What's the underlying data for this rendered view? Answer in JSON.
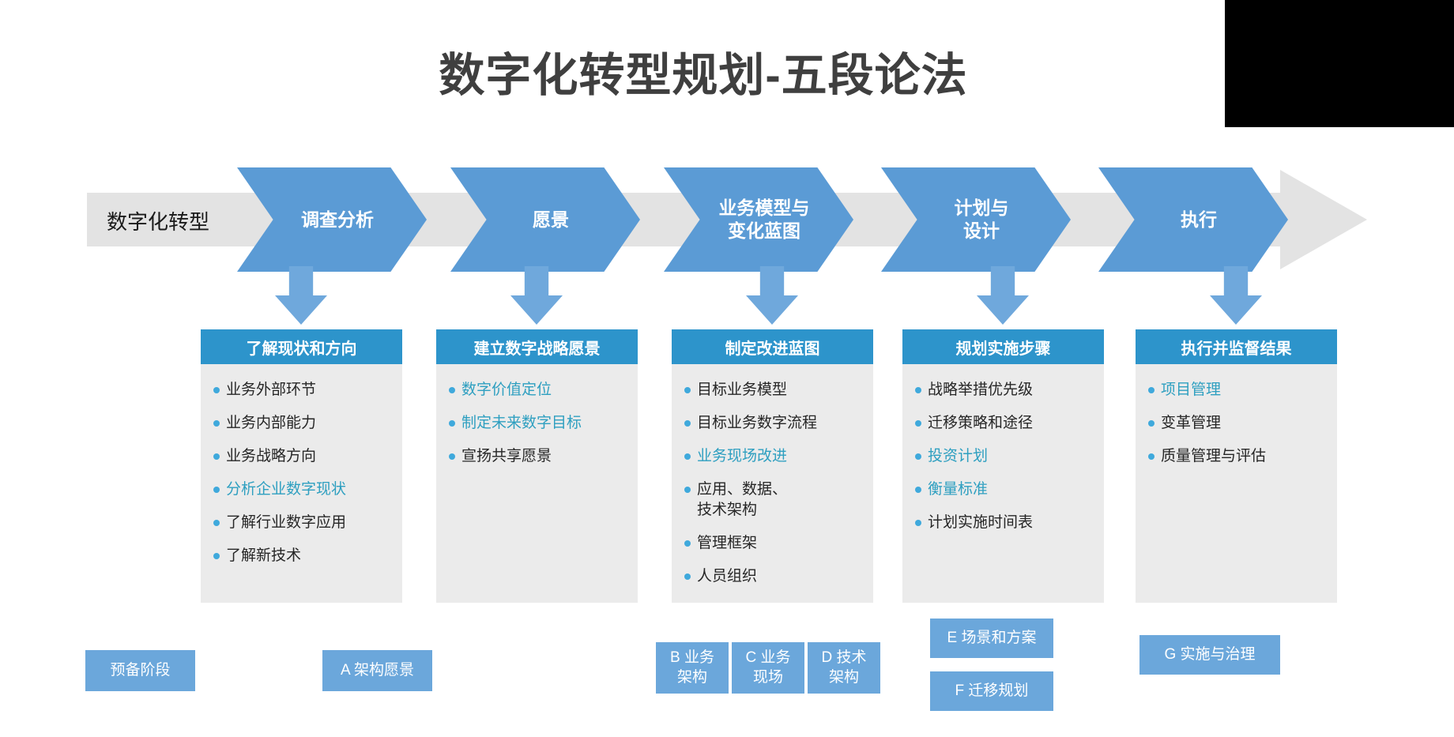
{
  "title": "数字化转型规划-五段论法",
  "colors": {
    "accent_blue": "#5B9BD5",
    "down_arrow_blue": "#6FA8DC",
    "card_header_blue": "#2D94CB",
    "card_body_gray": "#EBEBEB",
    "band_gray": "#E3E3E3",
    "highlight_teal": "#2E9FC0",
    "bullet_blue": "#3FA9DC",
    "text_dark": "#262626",
    "title_gray": "#3F3F3F",
    "corner_block": "#000000"
  },
  "process": {
    "label": "数字化转型",
    "stages": [
      {
        "label": "调查分析"
      },
      {
        "label": "愿景"
      },
      {
        "label": "业务模型与\n变化蓝图"
      },
      {
        "label": "计划与\n设计"
      },
      {
        "label": "执行"
      }
    ]
  },
  "cards": [
    {
      "header": "了解现状和方向",
      "items": [
        {
          "text": "业务外部环节",
          "highlight": false
        },
        {
          "text": "业务内部能力",
          "highlight": false
        },
        {
          "text": "业务战略方向",
          "highlight": false
        },
        {
          "text": "分析企业数字现状",
          "highlight": true
        },
        {
          "text": "了解行业数字应用",
          "highlight": false
        },
        {
          "text": "了解新技术",
          "highlight": false
        }
      ]
    },
    {
      "header": "建立数字战略愿景",
      "items": [
        {
          "text": "数字价值定位",
          "highlight": true
        },
        {
          "text": "制定未来数字目标",
          "highlight": true
        },
        {
          "text": "宣扬共享愿景",
          "highlight": false
        }
      ]
    },
    {
      "header": "制定改进蓝图",
      "items": [
        {
          "text": "目标业务模型",
          "highlight": false
        },
        {
          "text": "目标业务数字流程",
          "highlight": false
        },
        {
          "text": "业务现场改进",
          "highlight": true
        },
        {
          "text": "应用、数据、\n技术架构",
          "highlight": false
        },
        {
          "text": "管理框架",
          "highlight": false
        },
        {
          "text": "人员组织",
          "highlight": false
        }
      ]
    },
    {
      "header": "规划实施步骤",
      "items": [
        {
          "text": "战略举措优先级",
          "highlight": false
        },
        {
          "text": "迁移策略和途径",
          "highlight": false
        },
        {
          "text": "投资计划",
          "highlight": true
        },
        {
          "text": "衡量标准",
          "highlight": true
        },
        {
          "text": "计划实施时间表",
          "highlight": false
        }
      ]
    },
    {
      "header": "执行并监督结果",
      "items": [
        {
          "text": "项目管理",
          "highlight": true
        },
        {
          "text": "变革管理",
          "highlight": false
        },
        {
          "text": "质量管理与评估",
          "highlight": false
        }
      ]
    }
  ],
  "footer_boxes": [
    {
      "label": "预备阶段"
    },
    {
      "label": "A 架构愿景"
    },
    {
      "label": "B 业务\n架构"
    },
    {
      "label": "C 业务\n现场"
    },
    {
      "label": "D 技术\n架构"
    },
    {
      "label": "E 场景和方案"
    },
    {
      "label": "F 迁移规划"
    },
    {
      "label": "G 实施与治理"
    }
  ]
}
